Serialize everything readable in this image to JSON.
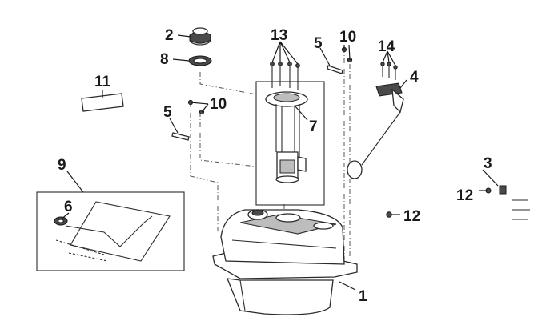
{
  "callouts": {
    "c1": "1",
    "c2": "2",
    "c3": "3",
    "c4": "4",
    "c5a": "5",
    "c5b": "5",
    "c6": "6",
    "c7": "7",
    "c8": "8",
    "c9": "9",
    "c10a": "10",
    "c10b": "10",
    "c11": "11",
    "c12a": "12",
    "c12b": "12",
    "c13": "13",
    "c14": "14"
  }
}
